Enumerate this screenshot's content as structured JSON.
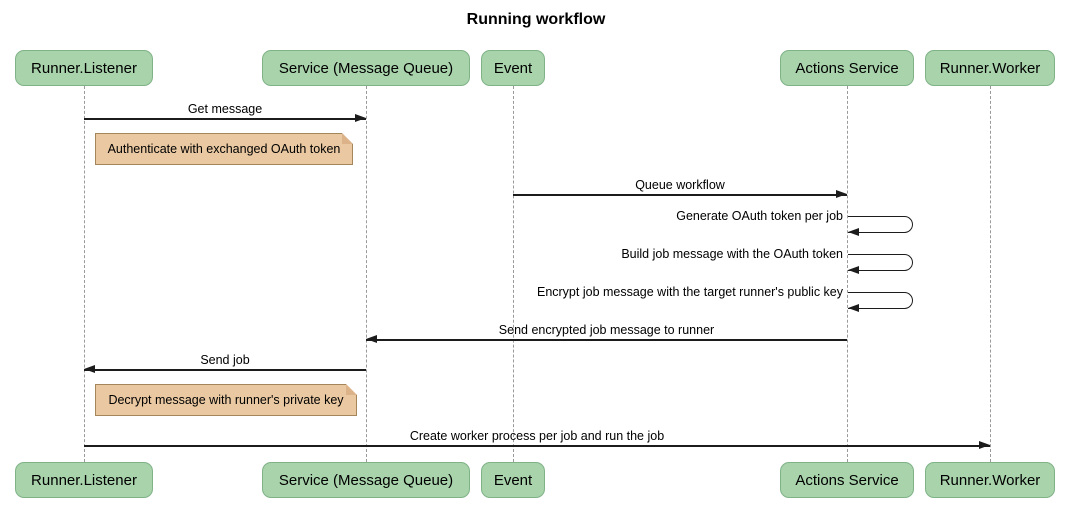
{
  "title": "Running workflow",
  "diagram_type": "sequence",
  "participants": [
    "Runner.Listener",
    "Service (Message Queue)",
    "Event",
    "Actions Service",
    "Runner.Worker"
  ],
  "messages": [
    {
      "from": "Runner.Listener",
      "to": "Service (Message Queue)",
      "direction": "right",
      "kind": "arrow",
      "label": "Get message"
    },
    {
      "from": "Event",
      "to": "Actions Service",
      "direction": "right",
      "kind": "arrow",
      "label": "Queue workflow"
    },
    {
      "from": "Actions Service",
      "to": "Actions Service",
      "direction": "self",
      "kind": "self",
      "label": "Generate OAuth token per job"
    },
    {
      "from": "Actions Service",
      "to": "Actions Service",
      "direction": "self",
      "kind": "self",
      "label": "Build job message with the OAuth token"
    },
    {
      "from": "Actions Service",
      "to": "Actions Service",
      "direction": "self",
      "kind": "self",
      "label": "Encrypt job message with the target runner's public key"
    },
    {
      "from": "Actions Service",
      "to": "Service (Message Queue)",
      "direction": "left",
      "kind": "arrow",
      "label": "Send encrypted job message to runner"
    },
    {
      "from": "Service (Message Queue)",
      "to": "Runner.Listener",
      "direction": "left",
      "kind": "arrow",
      "label": "Send job"
    },
    {
      "from": "Runner.Listener",
      "to": "Runner.Worker",
      "direction": "right",
      "kind": "arrow",
      "label": "Create worker process per job and run the job"
    }
  ],
  "notes": [
    {
      "anchor": "Runner.Listener",
      "text": "Authenticate with exchanged OAuth token"
    },
    {
      "anchor": "Runner.Listener",
      "text": "Decrypt message with runner's private key"
    }
  ],
  "colors": {
    "background": "#ffffff",
    "actor_fill": "#a8d3ab",
    "actor_border": "#7fb286",
    "note_fill": "#eac9a2",
    "note_border": "#a3875a",
    "note_fold": "#dcb288",
    "line": "#1c1c1c",
    "lifeline": "#9a9a9a",
    "text": "#000000"
  }
}
